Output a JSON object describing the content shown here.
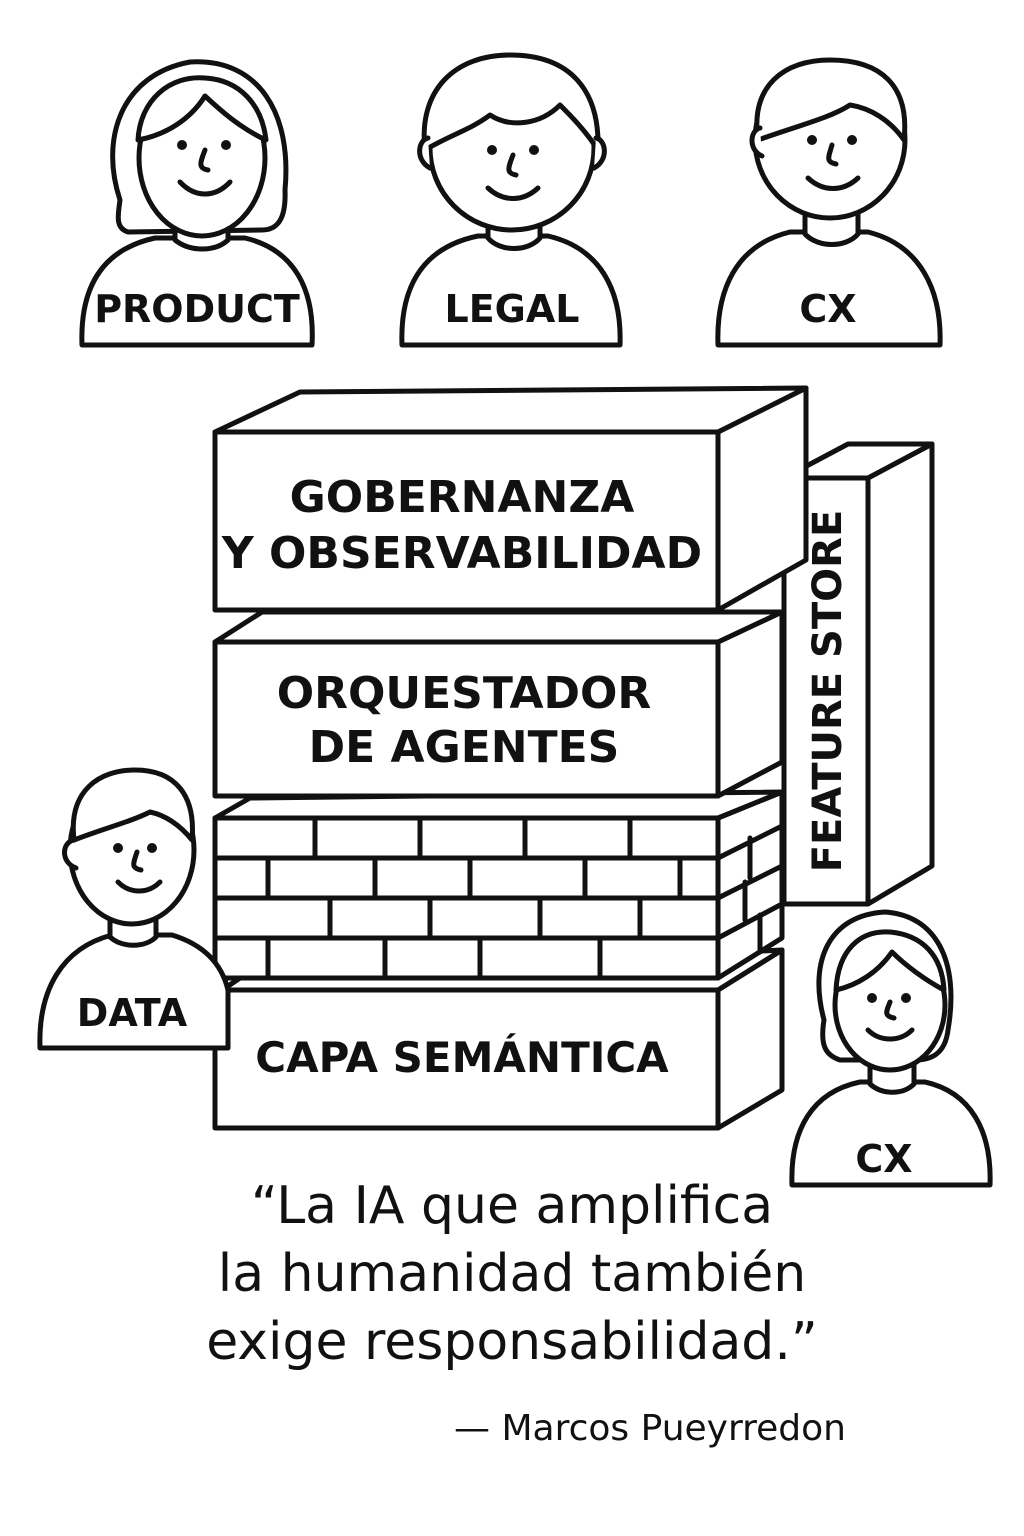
{
  "people": {
    "product": "PRODUCT",
    "legal": "LEGAL",
    "cx_top": "CX",
    "data": "DATA",
    "cx_bottom": "CX"
  },
  "stack": {
    "governance_line1": "GOBERNANZA",
    "governance_line2": "Y OBSERVABILIDAD",
    "orchestrator_line1": "ORQUESTADOR",
    "orchestrator_line2": "DE AGENTES",
    "semantic_layer": "CAPA SEMÁNTICA",
    "feature_store": "FEATURE STORE"
  },
  "quote": {
    "line1": "“La IA que amplifica",
    "line2": "la humanidad también",
    "line3": "exige responsabilidad.”",
    "author": "— Marcos Pueyrredon"
  },
  "colors": {
    "ink": "#111111",
    "paper": "#ffffff"
  },
  "icons": [
    "person-woman-icon",
    "person-man-icon",
    "brick-wall-icon"
  ]
}
